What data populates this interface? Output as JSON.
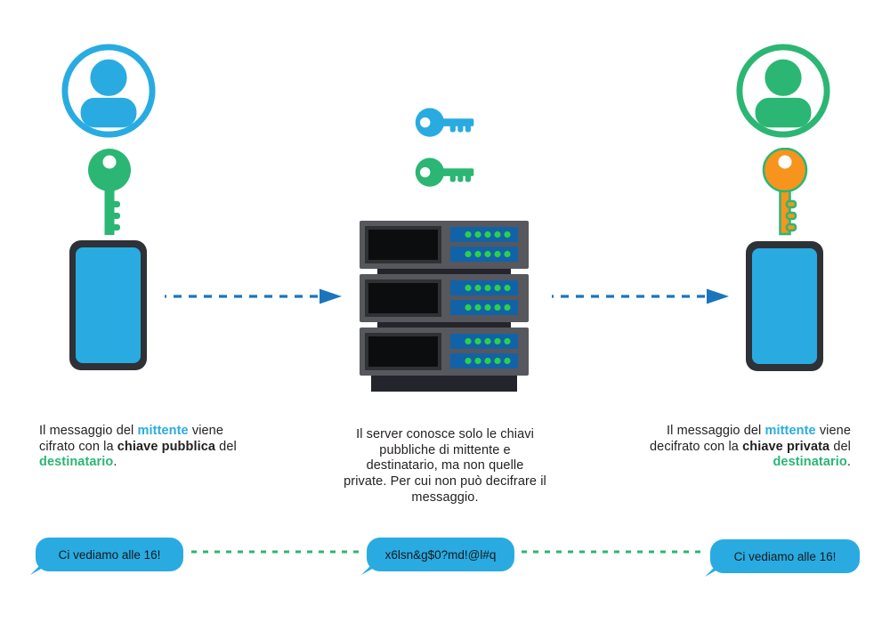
{
  "colors": {
    "accent_blue": "#29abe2",
    "accent_green": "#2bb673",
    "accent_orange": "#f7941e",
    "arrow_blue": "#1b75bc",
    "dark_text": "#231f20",
    "phone_frame": "#2e3136",
    "server_gray": "#56585e",
    "server_dark": "#23242c",
    "server_panel_blue": "#1262a8",
    "led_green": "#2bd148",
    "bubble_blue": "#29abe2"
  },
  "icons": {
    "sender_avatar": "person-icon",
    "sender_key": "key-icon",
    "sender_phone": "smartphone-icon",
    "server_key_blue": "key-icon",
    "server_key_green": "key-icon",
    "server": "server-rack-icon",
    "recipient_avatar": "person-icon",
    "recipient_key": "key-icon",
    "recipient_phone": "smartphone-icon"
  },
  "captions": {
    "left": {
      "r1": "Il messaggio del ",
      "r2": "mittente",
      "r3": " viene cifrato con la ",
      "r4": "chiave pubblica",
      "r5": " del ",
      "r6": "destinatario",
      "r7": "."
    },
    "center": {
      "text": "Il server conosce solo le chiavi pubbliche di mittente e destinatario, ma non quelle private. Per cui non può decifrare il messaggio."
    },
    "right": {
      "r1": "Il messaggio del ",
      "r2": "mittente",
      "r3": " viene decifrato con la ",
      "r4": "chiave privata",
      "r5": " del ",
      "r6": "destinatario",
      "r7": "."
    }
  },
  "bubbles": {
    "sender": {
      "text": "Ci vediamo alle 16!"
    },
    "server": {
      "text": "x6lsn&g$0?md!@l#q"
    },
    "recipient": {
      "text": "Ci vediamo alle 16!"
    }
  }
}
